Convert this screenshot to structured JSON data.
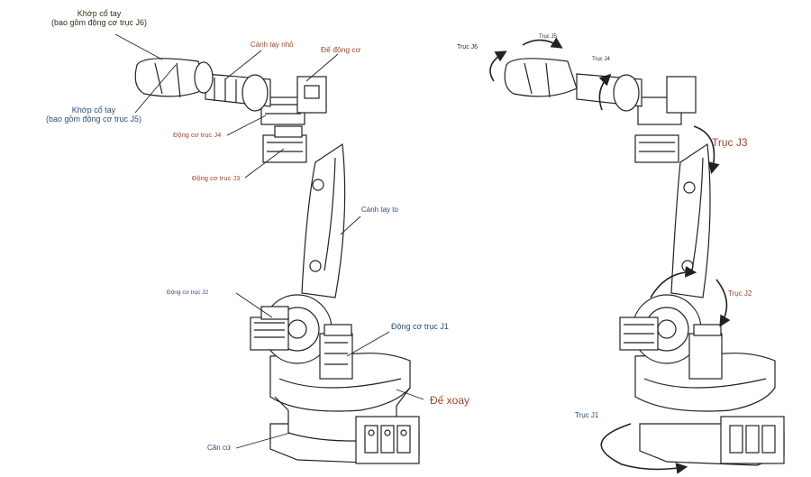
{
  "left_robot": {
    "labels": {
      "wrist_j6": "Khớp cổ tay\n(bao gồm động cơ trục J6)",
      "small_arm": "Cánh tay nhỏ",
      "motor_base": "Đế động cơ",
      "wrist_j5": "Khớp cổ tay\n(bao gồm động cơ trục J5)",
      "motor_j4": "Động cơ trục J4",
      "motor_j3": "Động cơ trục J3",
      "big_arm": "Cánh tay to",
      "motor_j2": "Động cơ trục J2",
      "motor_j1": "Động cơ trục J1",
      "rotary_base": "Đế xoay",
      "base": "Căn cứ"
    }
  },
  "right_robot": {
    "labels": {
      "axis_j6": "Trục J6",
      "axis_j5": "Trục J5",
      "axis_j4": "Trục J4",
      "axis_j3": "Trục J3",
      "axis_j2": "Trục J2",
      "axis_j1": "Trục J1"
    }
  },
  "colors": {
    "line": "#222222",
    "label_dark": "#3a2a1a",
    "label_brown": "#a0462a",
    "label_blue": "#2a4d7a"
  }
}
